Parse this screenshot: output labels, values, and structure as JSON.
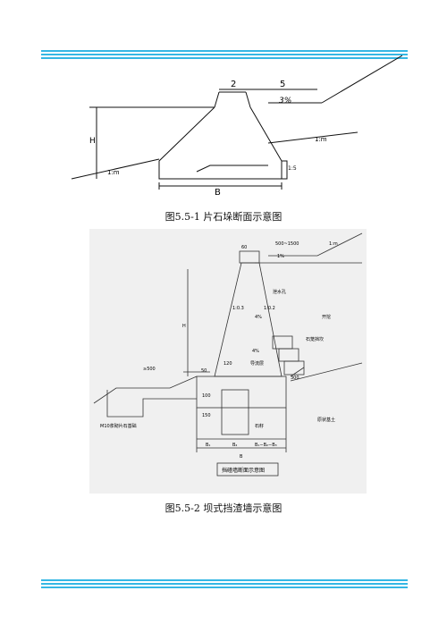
{
  "figure1": {
    "caption": "图5.5-1 片石垛断面示意图",
    "labels": {
      "top_width": "2",
      "shoulder_width": "5",
      "slope": "3%",
      "height": "H",
      "base_width": "B",
      "ratio_left": "1:m",
      "ratio_right": "1:m",
      "toe": "1:5"
    }
  },
  "figure2": {
    "caption": "图5.5-2 坝式挡渣墙示意图",
    "title": "挡碴墙断面示意图",
    "labels": {
      "top": "60",
      "berm": "500~1500",
      "slope_top": "1%",
      "ratio_l": "1:0.3",
      "ratio_r": "1:0.2",
      "drain": "泄水孔",
      "pct1": "4%",
      "pct2": "4%",
      "backfill": "导流层",
      "h": "H",
      "gravel": "开挖",
      "bag": "石笼挡坎",
      "min500": "≥500",
      "d50": "50",
      "d100": "100",
      "d150": "150",
      "d120": "120",
      "d300": "300",
      "mortar": "M10浆砌片石基础",
      "stone": "石籽",
      "foot": "原状基土",
      "b1": "B₁",
      "b2": "B₂",
      "b3": "B₁−B₂−B₃",
      "B": "B",
      "steep": "1:m"
    }
  }
}
